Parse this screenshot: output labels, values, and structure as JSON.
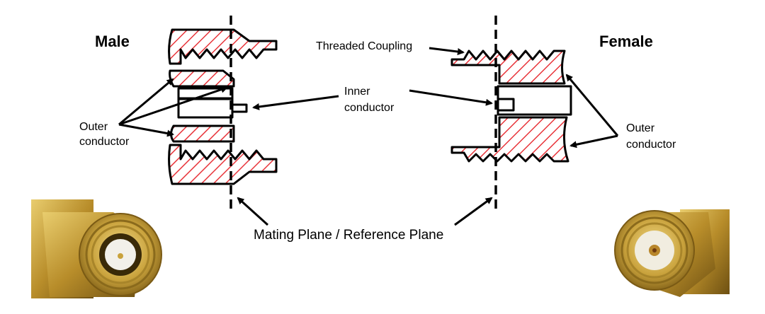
{
  "male": {
    "title": "Male",
    "outer_conductor_line1": "Outer",
    "outer_conductor_line2": "conductor"
  },
  "female": {
    "title": "Female",
    "outer_conductor_line1": "Outer",
    "outer_conductor_line2": "conductor"
  },
  "labels": {
    "threaded_coupling": "Threaded Coupling",
    "inner_conductor_line1": "Inner",
    "inner_conductor_line2": "conductor",
    "mating_plane": "Mating Plane / Reference Plane"
  },
  "colors": {
    "hatch": "#e8343a",
    "outline": "#000000",
    "gold": "#c9a23c",
    "gold_dark": "#8a6a1c"
  }
}
